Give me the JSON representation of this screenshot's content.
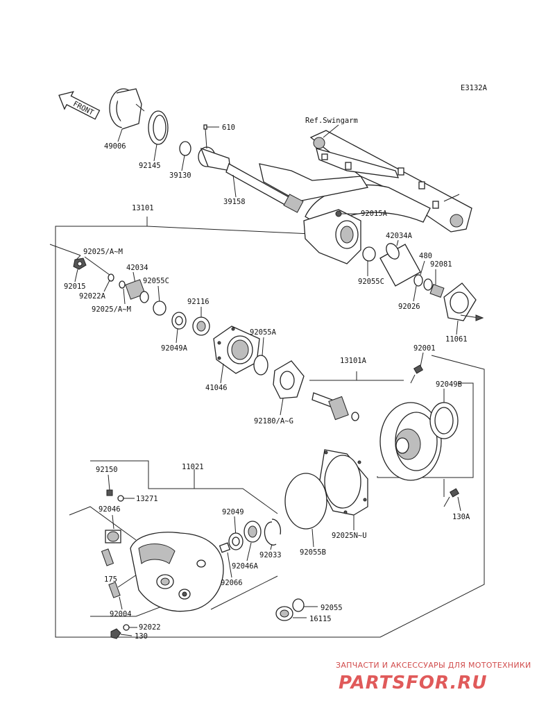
{
  "diagram_code": "E3132A",
  "front_label": "FRONT",
  "ref_label": "Ref.Swingarm",
  "parts": {
    "p49006": "49006",
    "p92145": "92145",
    "p39130": "39130",
    "p610": "610",
    "p39158": "39158",
    "p92015A": "92015A",
    "p13101": "13101",
    "p42034A": "42034A",
    "p480": "480",
    "p92081": "92081",
    "p92025AM_1": "92025/A~M",
    "p42034": "42034",
    "p92015": "92015",
    "p92022A": "92022A",
    "p92055C_1": "92055C",
    "p92025AM_2": "92025/A~M",
    "p92116": "92116",
    "p92055C_2": "92055C",
    "p92026": "92026",
    "p11061": "11061",
    "p92049A": "92049A",
    "p92055A": "92055A",
    "p41046": "41046",
    "p13101A": "13101A",
    "p92001": "92001",
    "p92049B": "92049B",
    "p92180": "92180/A~G",
    "p11021": "11021",
    "p92150": "92150",
    "p13271": "13271",
    "p92046": "92046",
    "p92049": "92049",
    "p92033": "92033",
    "p92046A": "92046A",
    "p92066": "92066",
    "p92055B": "92055B",
    "p92025NU": "92025N~U",
    "p130A": "130A",
    "p175": "175",
    "p92004": "92004",
    "p92022": "92022",
    "p130": "130",
    "p92055": "92055",
    "p16115": "16115"
  },
  "watermark": {
    "tagline": "ЗАПЧАСТИ И АКСЕССУАРЫ ДЛЯ МОТОТЕХНИКИ",
    "logo": "PARTSFOR.RU"
  }
}
